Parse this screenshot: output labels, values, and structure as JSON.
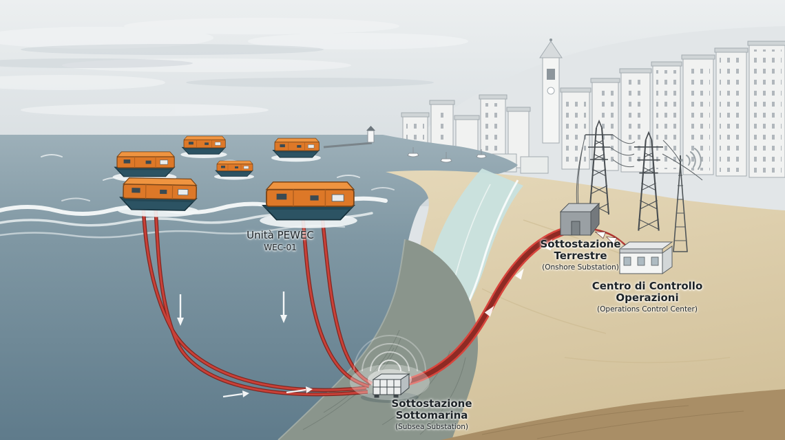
{
  "labels": {
    "pewec": {
      "line1": "Unità PEWEC",
      "line2": "WEC-01"
    },
    "onshore_substation": {
      "title": "Sottostazione Terrestre",
      "subtitle": "(Onshore Substation)"
    },
    "control_center": {
      "title": "Centro di Controllo Operazioni",
      "subtitle": "(Operations Control Center)"
    },
    "subsea_substation": {
      "title": "Sottostazione Sottomarina",
      "subtitle": "(Subsea Substation)"
    }
  },
  "palette": {
    "float_orange": "#dd7828",
    "hull_teal": "#2c5363",
    "cable_red": "#c23a33",
    "sea_deep": "#5f7b8b",
    "shallow_water": "#c8e2df",
    "sand": "#ddcfae",
    "rock": "#8a958c",
    "soil": "#a98e66",
    "sky": "#dfe4e7",
    "label_text": "#1d2327"
  }
}
